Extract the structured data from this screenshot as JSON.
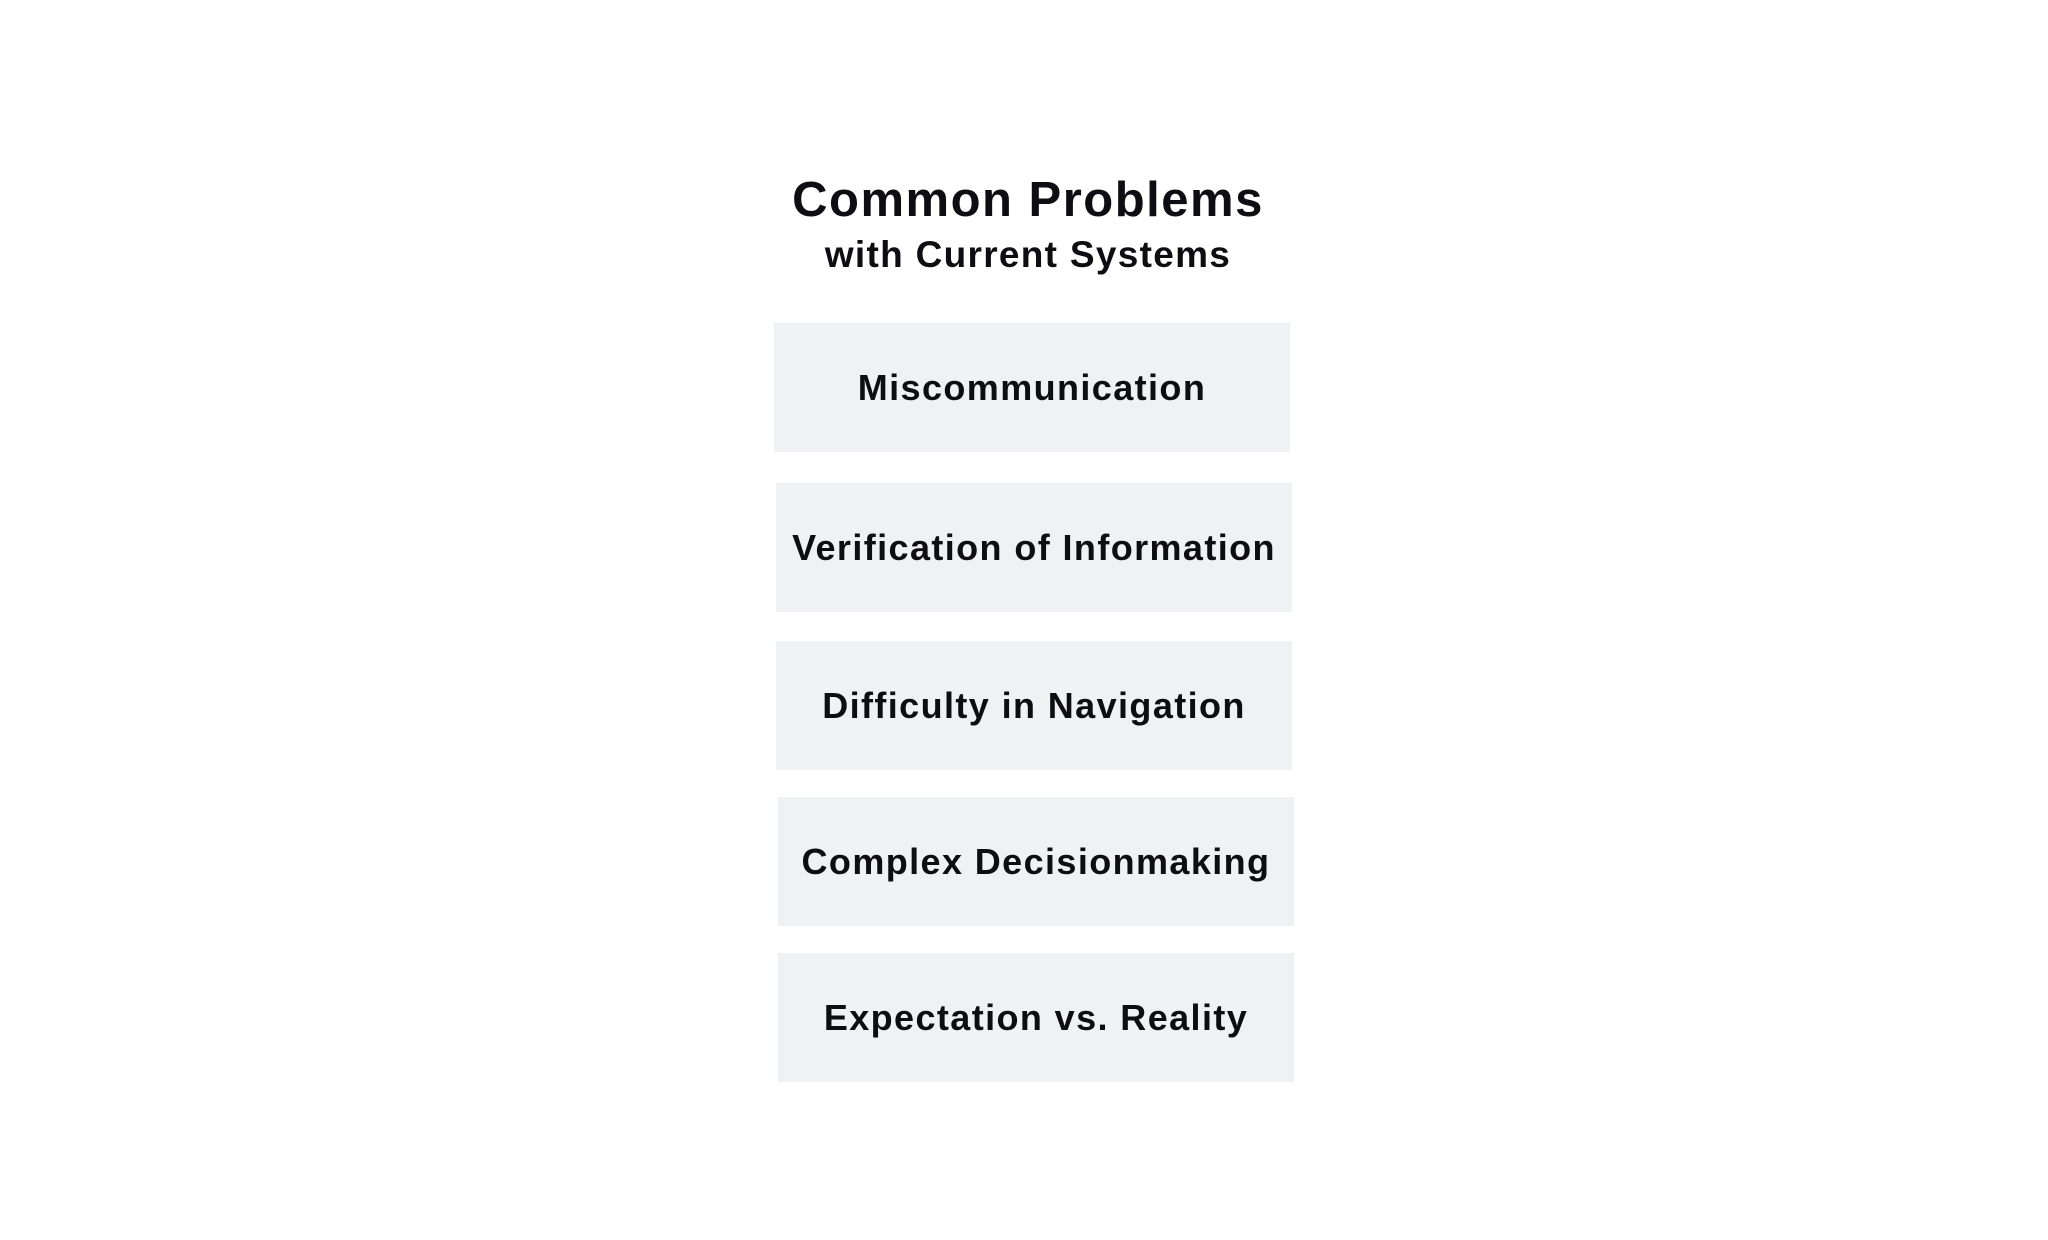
{
  "title": {
    "main": "Common Problems",
    "sub": "with Current Systems"
  },
  "problems": [
    {
      "label": "Miscommunication"
    },
    {
      "label": "Verification of Information"
    },
    {
      "label": "Difficulty in Navigation"
    },
    {
      "label": "Complex Decisionmaking"
    },
    {
      "label": "Expectation vs. Reality"
    }
  ],
  "colors": {
    "box_background": "#f0f1f3",
    "text": "#0d0d12",
    "page_background": "#ffffff"
  }
}
